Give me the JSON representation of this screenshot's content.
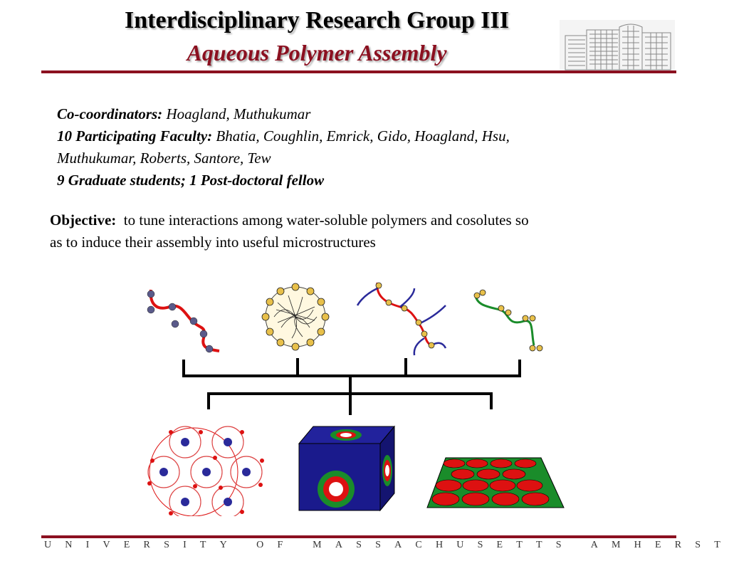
{
  "header": {
    "title": "Interdisciplinary Research Group III",
    "subtitle": "Aqueous Polymer Assembly"
  },
  "info": {
    "coordinators_label": "Co-coordinators:",
    "coordinators_value": "Hoagland, Muthukumar",
    "faculty_label": "10 Participating Faculty:",
    "faculty_value_line1": "Bhatia, Coughlin, Emrick, Gido, Hoagland, Hsu,",
    "faculty_value_line2": "Muthukumar, Roberts, Santore, Tew",
    "students_label": "9 Graduate students; 1 Post-doctoral fellow"
  },
  "objective": {
    "label": "Objective:",
    "text_line1": "to tune interactions among water-soluble polymers and cosolutes so",
    "text_line2": "as to induce their assembly into useful microstructures"
  },
  "footer": {
    "text": "UNIVERSITY OF MASSACHUSETTS AMHERST"
  },
  "colors": {
    "brand": "#8b1020",
    "polymer_red": "#dd1111",
    "cube_blue": "#1a1a8c",
    "green": "#1a8c2a",
    "charge_yellow": "#e8c04a"
  }
}
